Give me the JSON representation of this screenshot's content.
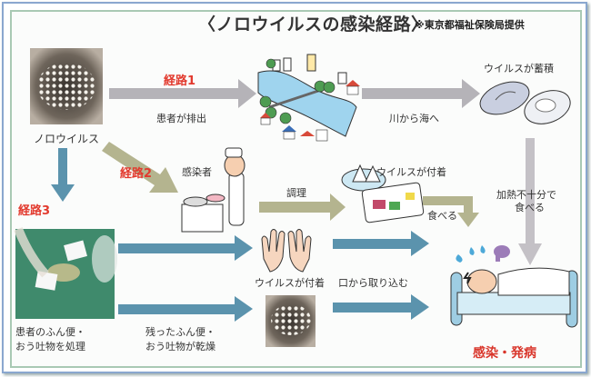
{
  "title": "〈ノロウイルスの感染経路〉",
  "source_note": "※東京都福祉保険局提供",
  "nodes": {
    "virus": "ノロウイルス",
    "virus_accumulates": "ウイルスが蓄積",
    "infected_person": "感染者",
    "virus_attached_food": "ウイルスが付着",
    "virus_attached_hands": "ウイルスが付着",
    "patient_cleanup": [
      "患者のふん便・",
      "おう吐物を処理"
    ],
    "outcome": "感染・発病"
  },
  "routes": [
    {
      "label": "経路1",
      "steps": [
        "患者が排出",
        "川から海へ"
      ]
    },
    {
      "label": "経路2",
      "steps": [
        "調理",
        "食べる"
      ]
    },
    {
      "label": "経路3",
      "steps": [
        "口から取り込む"
      ]
    }
  ],
  "edges": {
    "undercooked": [
      "加熱不十分で",
      "食べる"
    ],
    "dried_residue": [
      "残ったふん便・",
      "おう吐物が乾燥"
    ]
  },
  "colors": {
    "route1_arrow": "#b5b3b8",
    "route2_arrow": "#b4b48f",
    "route3_arrow": "#5b93ad",
    "route_label": "#e23a2e",
    "outcome_label": "#d9362b"
  }
}
